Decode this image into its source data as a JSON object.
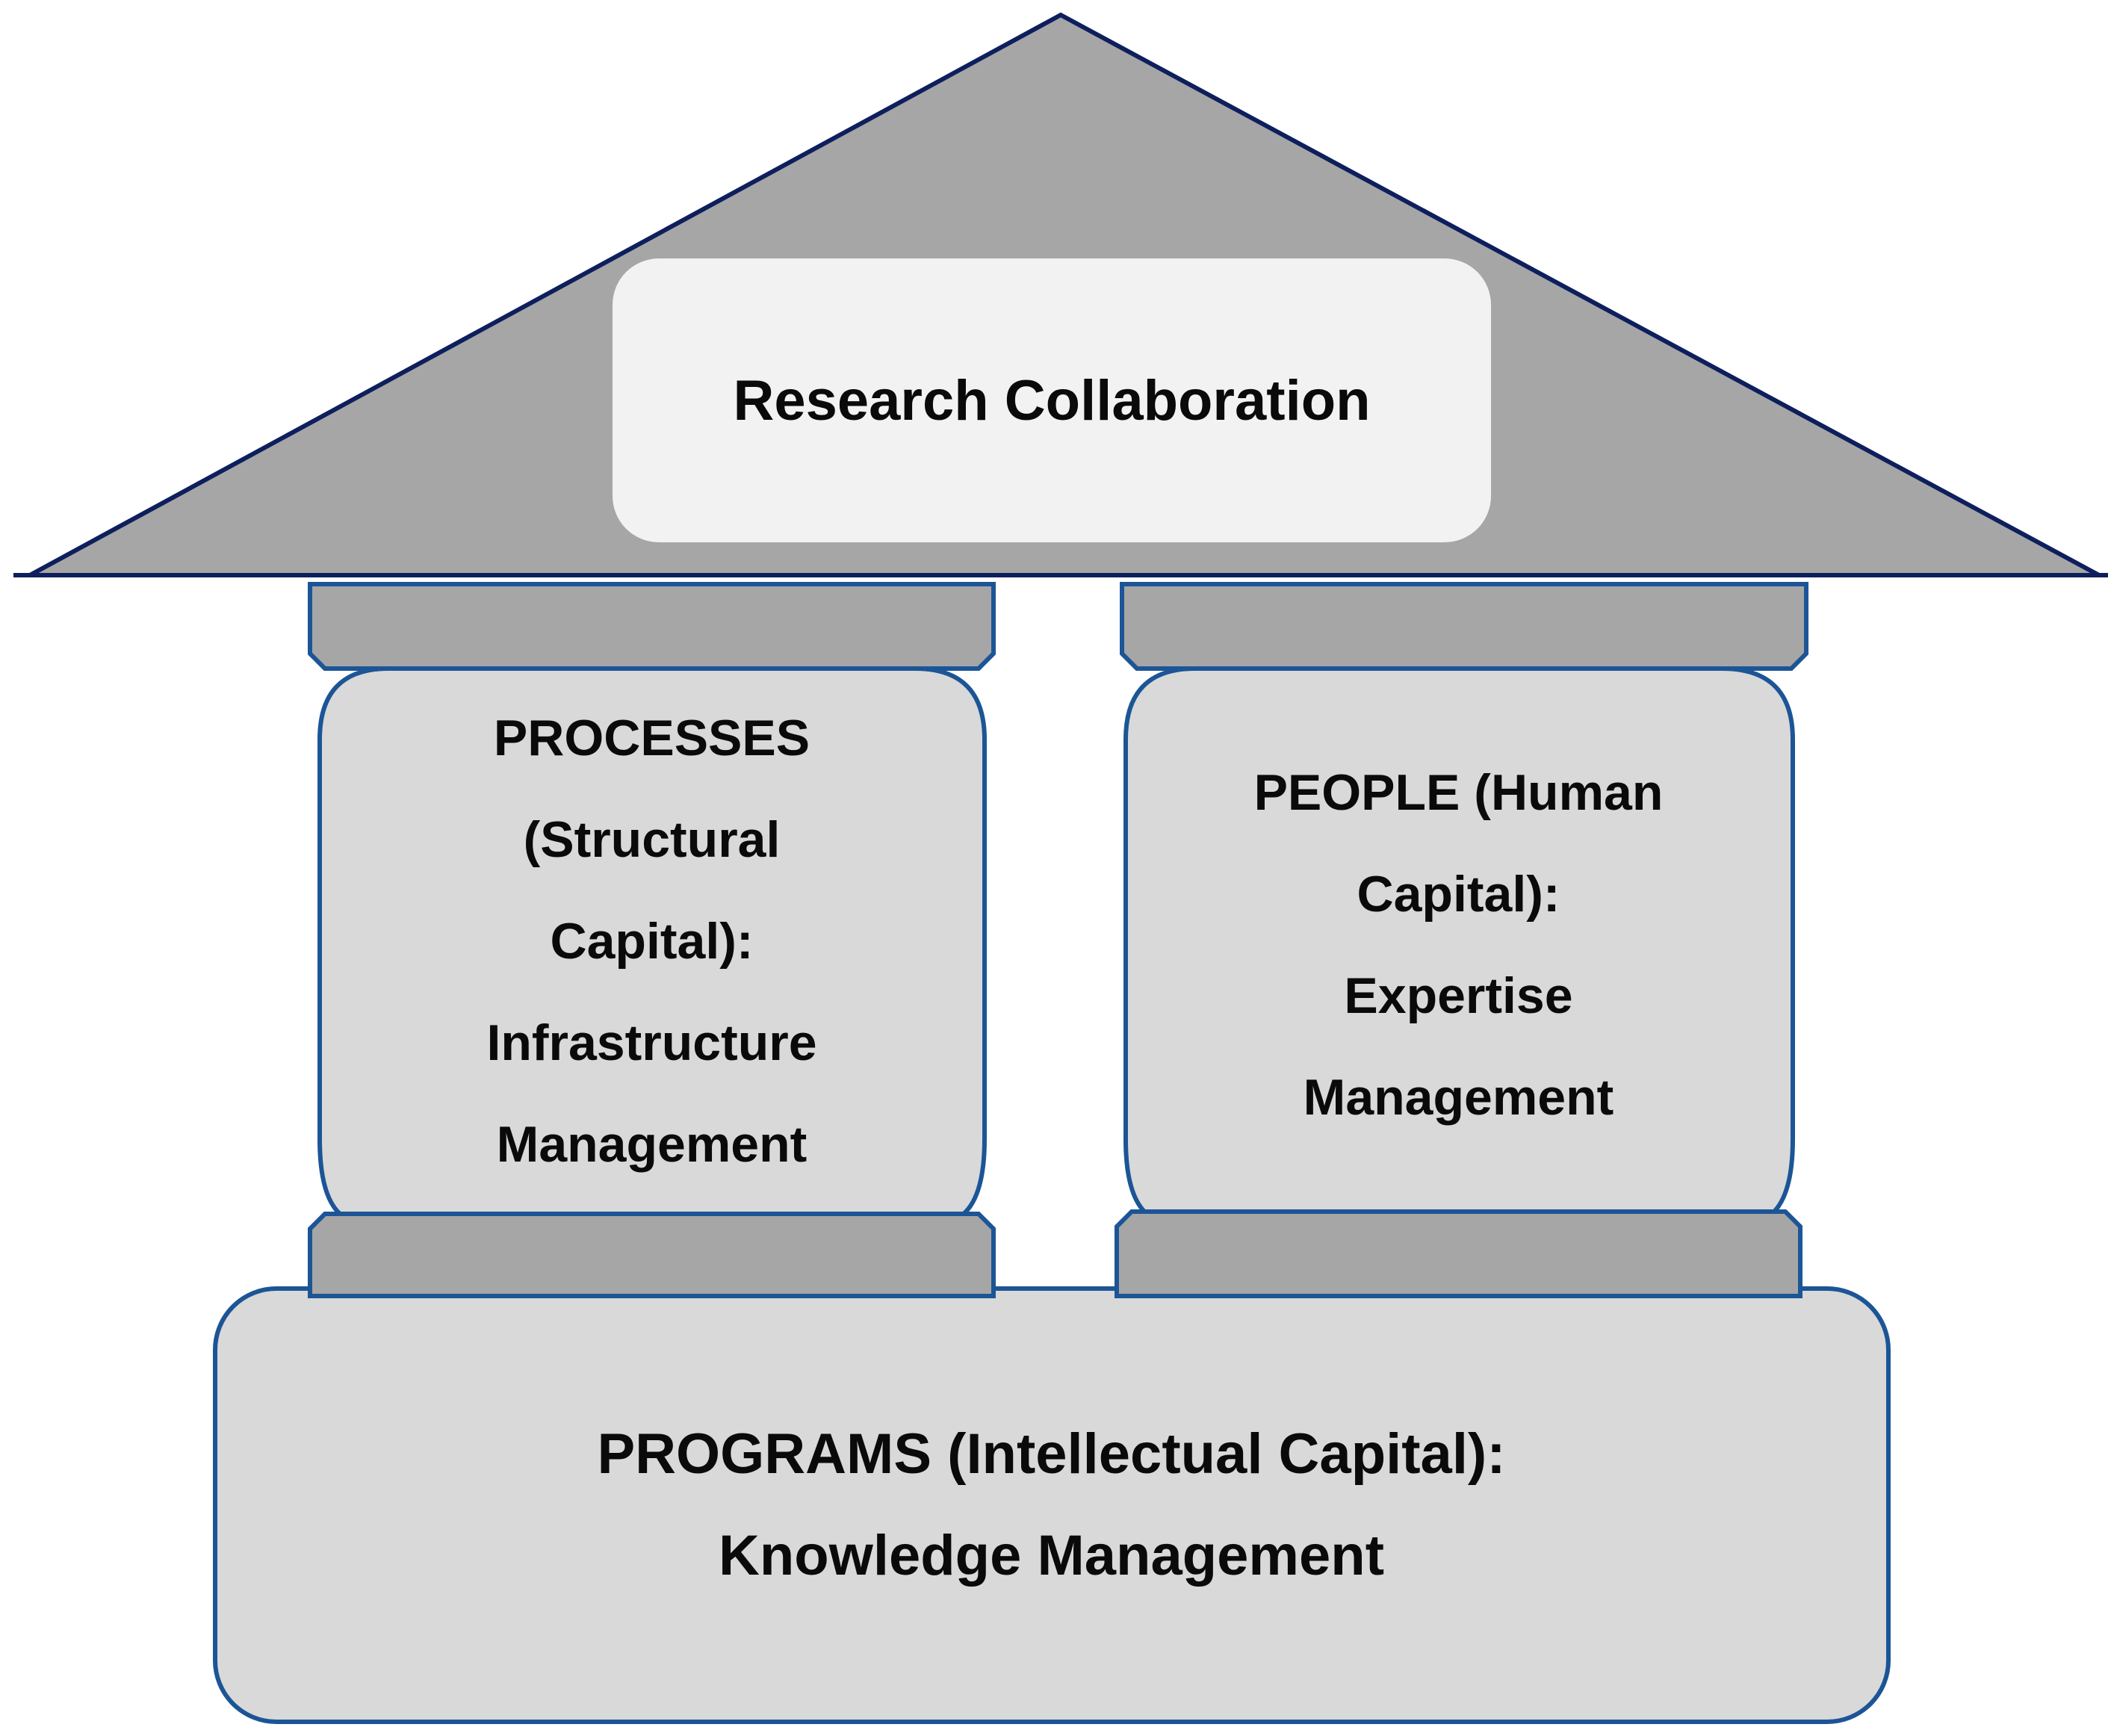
{
  "roof": {
    "title": "Research Collaboration"
  },
  "pillars": [
    {
      "lines": [
        "PROCESSES",
        "(Structural",
        "Capital):",
        "Infrastructure",
        "Management"
      ]
    },
    {
      "lines": [
        "PEOPLE (Human",
        "Capital):",
        "Expertise",
        "Management"
      ]
    }
  ],
  "base": {
    "lines": [
      "PROGRAMS (Intellectual Capital):",
      "Knowledge Management"
    ]
  },
  "colors": {
    "roof_fill": "#a6a6a6",
    "roof_stroke": "#0d1f5c",
    "roof_box_fill": "#f2f2f2",
    "pillar_fill": "#d9d9d9",
    "pillar_stroke": "#1c5596",
    "capital_fill": "#a6a6a6",
    "text": "#0a0a0a"
  }
}
